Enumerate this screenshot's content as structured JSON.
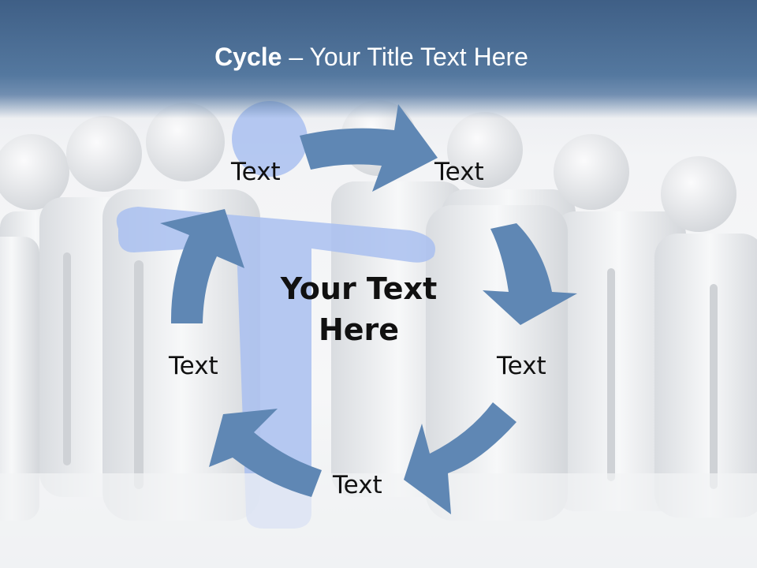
{
  "slide": {
    "title_bold": "Cycle",
    "title_rest": " – Your Title Text Here",
    "center_line1": "Your Text",
    "center_line2": "Here",
    "labels": [
      "Text",
      "Text",
      "Text",
      "Text",
      "Text"
    ]
  },
  "colors": {
    "header": "#4a6f99",
    "arrow": "#5f87b4",
    "highlight_figure": "#a9bff0",
    "figures": "#e8eaec"
  },
  "icons": [
    "person-figure-icon",
    "cycle-arrow-icon"
  ]
}
